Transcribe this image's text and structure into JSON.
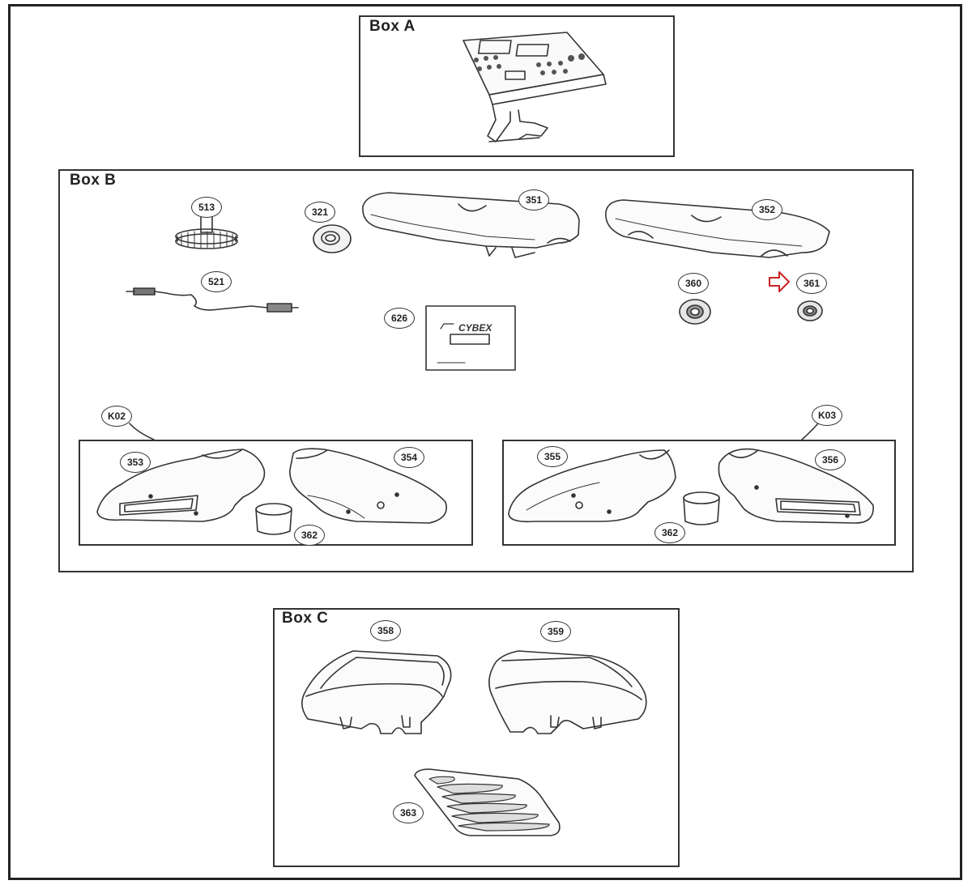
{
  "boxes": {
    "a": "Box A",
    "b": "Box B",
    "c": "Box C"
  },
  "callouts": {
    "p513": "513",
    "p321": "321",
    "p351": "351",
    "p352": "352",
    "p521": "521",
    "p360": "360",
    "p361": "361",
    "p626": "626",
    "k02": "K02",
    "k03": "K03",
    "p353": "353",
    "p354": "354",
    "p362a": "362",
    "p355": "355",
    "p356": "356",
    "p362b": "362",
    "p358": "358",
    "p359": "359",
    "p363": "363"
  },
  "manual_logo": "CYBEX",
  "colors": {
    "line": "#333333",
    "highlight_arrow": "#cc2222"
  }
}
